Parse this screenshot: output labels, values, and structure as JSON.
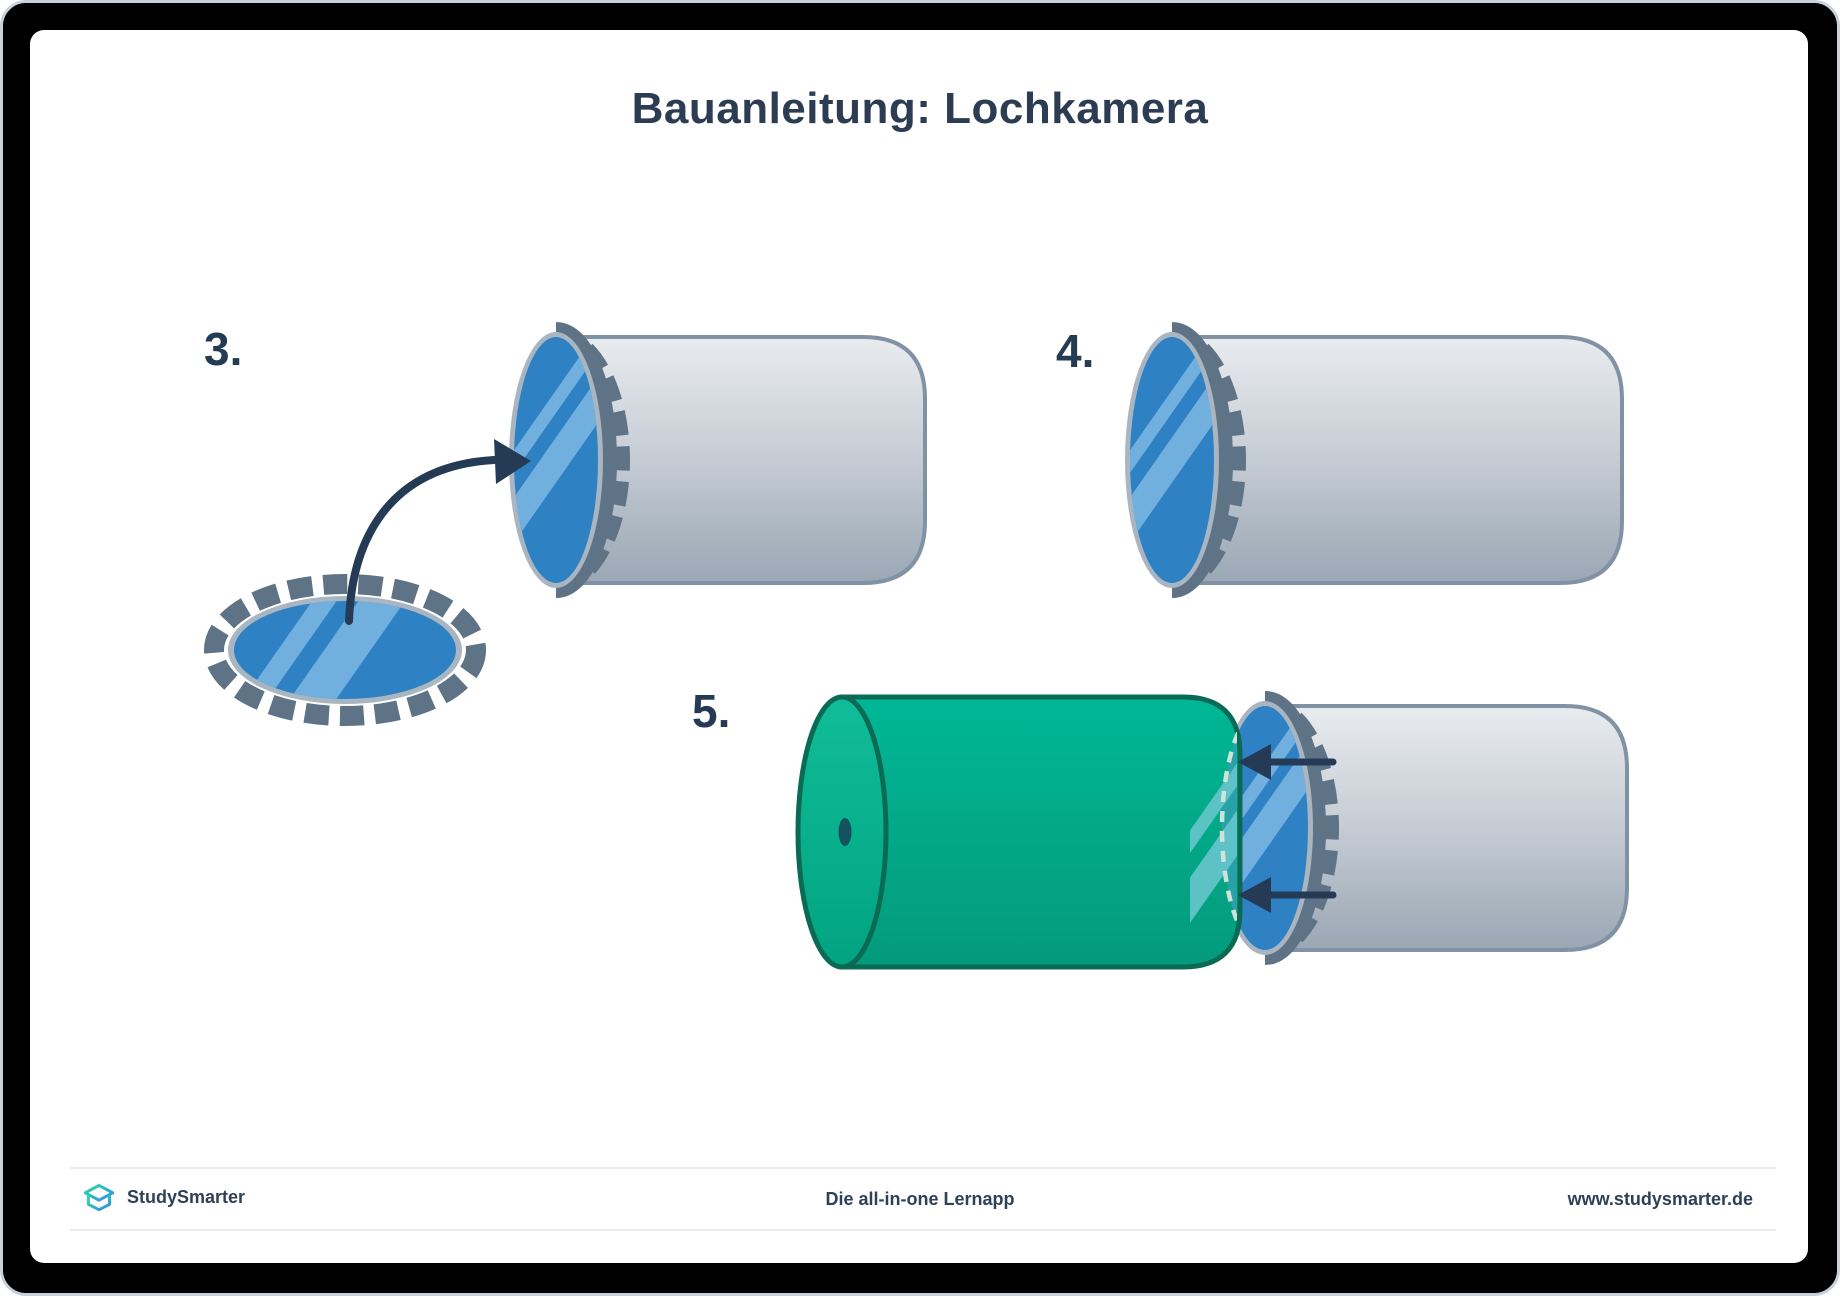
{
  "page": {
    "title": "Bauanleitung: Lochkamera"
  },
  "steps": [
    {
      "number": "3."
    },
    {
      "number": "4."
    },
    {
      "number": "5."
    }
  ],
  "footer": {
    "brand": "StudySmarter",
    "tagline": "Die all-in-one Lernapp",
    "url": "www.studysmarter.de"
  },
  "icons": {
    "brand_logo": "open-box-logo",
    "step3_arrow": "curved-insert-arrow",
    "step5_arrows": "push-in-arrows-left"
  },
  "theme": {
    "navy": "#243a55",
    "title-navy": "#2b3c53",
    "footer-navy": "#2e4157",
    "blue": "#2e82c4",
    "blue-stripe": "#7db8e4",
    "ring-gray": "#a9b5c0",
    "slate": "#5e7386",
    "body-stroke": "#8292a5",
    "gray-top": "#e9ecef",
    "gray-mid": "#c9cfd7",
    "gray-bottom": "#9aa7b4",
    "green-top": "#00b795",
    "green-bottom": "#049a7c",
    "green-cap-top": "#10bd98",
    "green-cap-bottom": "#02a381",
    "green-border": "#0a6b54",
    "pinhole": "#14525e",
    "teal-overlay": "#2aa1aa",
    "teal-stripe": "#66c6cc",
    "dash-line": "#cfe3da",
    "footer-line": "#e9ebf1",
    "frame-black": "#000000",
    "frame-edge": "#c9d2dc",
    "logo-teal": "#2fd9a8",
    "logo-blue": "#2f8fe0"
  }
}
